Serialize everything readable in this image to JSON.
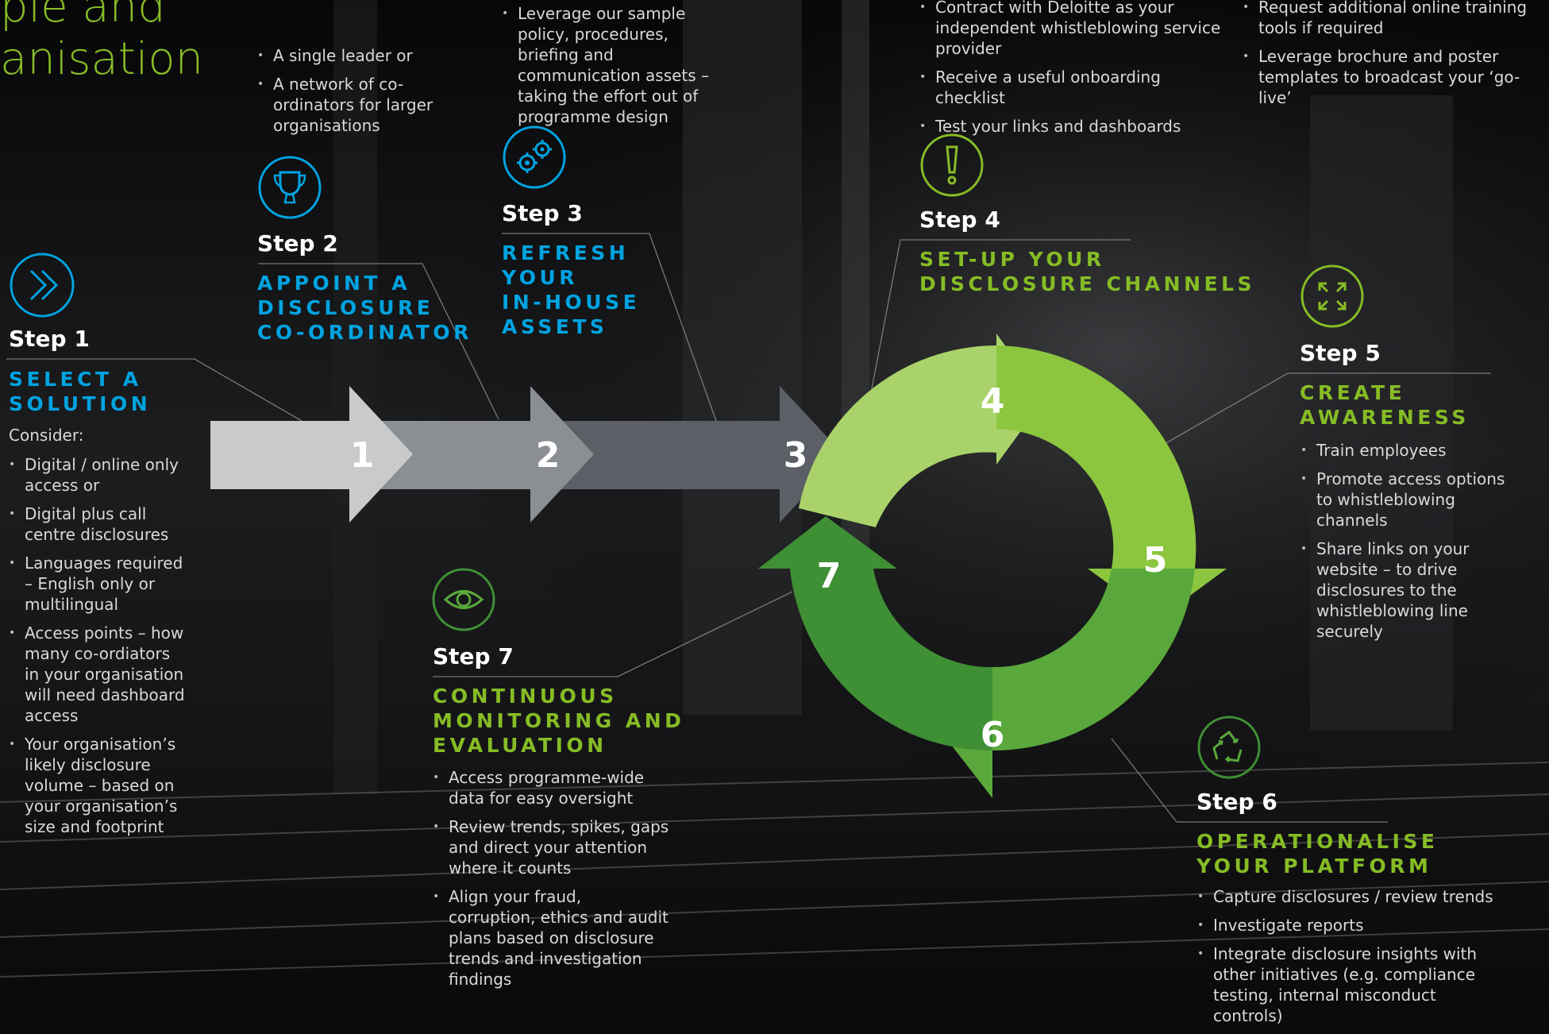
{
  "title": {
    "line1": "ple and",
    "line2": "anisation"
  },
  "steps": [
    {
      "label": "Step 1",
      "heading": [
        "SELECT A",
        "SOLUTION"
      ],
      "intro": "Consider:",
      "bullets": [
        "Digital / online only access or",
        "Digital plus call centre disclosures",
        "Languages required – English only or multilingual",
        "Access points – how many co-ordiators in your organisation will need dashboard access",
        "Your organisation’s likely disclosure volume – based on your organisation’s size and footprint"
      ],
      "icon": "double-chevron-icon",
      "color": "#00a3e0"
    },
    {
      "label": "Step 2",
      "heading": [
        "APPOINT A",
        "DISCLOSURE",
        "CO-ORDINATOR"
      ],
      "bullets": [
        "A single leader or",
        "A network of co-ordinators for larger organisations"
      ],
      "icon": "trophy-icon",
      "color": "#00a3e0"
    },
    {
      "label": "Step 3",
      "heading": [
        "REFRESH",
        "YOUR",
        "IN-HOUSE",
        "ASSETS"
      ],
      "bullets": [
        "Leverage our sample policy, procedures, briefing and communication assets – taking the effort out of programme design"
      ],
      "icon": "gears-icon",
      "color": "#00a3e0"
    },
    {
      "label": "Step 4",
      "heading": [
        "SET-UP YOUR",
        "DISCLOSURE CHANNELS"
      ],
      "bullets": [
        "Contract with Deloitte as your independent whistleblowing service provider",
        "Receive a useful onboarding checklist",
        "Test your links and dashboards"
      ],
      "icon": "exclamation-icon",
      "color": "#86bc25"
    },
    {
      "label": "Step 5",
      "heading": [
        "CREATE",
        "AWARENESS"
      ],
      "top_bullets": [
        "Request additional online training tools if required",
        "Leverage brochure and poster templates to broadcast your ‘go-live’"
      ],
      "bullets": [
        "Train employees",
        "Promote access options to whistleblowing channels",
        "Share links on your website – to drive disclosures to the whistleblowing line securely"
      ],
      "icon": "expand-arrows-icon",
      "color": "#86bc25"
    },
    {
      "label": "Step 6",
      "heading": [
        "OPERATIONALISE",
        "YOUR PLATFORM"
      ],
      "bullets": [
        "Capture disclosures / review trends",
        "Investigate reports",
        "Integrate disclosure insights with other initiatives (e.g. compliance testing, internal misconduct controls)"
      ],
      "icon": "recycle-icon",
      "color": "#86bc25"
    },
    {
      "label": "Step 7",
      "heading": [
        "CONTINUOUS",
        "MONITORING AND",
        "EVALUATION"
      ],
      "bullets": [
        "Access programme-wide data for easy oversight",
        "Review trends, spikes, gaps and direct your attention where it counts",
        "Align your fraud, corruption, ethics and audit plans based on disclosure trends and investigation findings"
      ],
      "icon": "eye-icon",
      "color": "#86bc25"
    }
  ],
  "numbers": [
    "1",
    "2",
    "3",
    "4",
    "5",
    "6",
    "7"
  ],
  "colors": {
    "blue": "#00a3e0",
    "green": "#86bc25",
    "arrow1": "#c8cacc",
    "arrow2": "#8b8e92",
    "arrow3": "#5c6066",
    "ring4": "#a9d36a",
    "ring5": "#8cc63f",
    "ring6": "#5aa83b",
    "ring7": "#3f8f35"
  }
}
